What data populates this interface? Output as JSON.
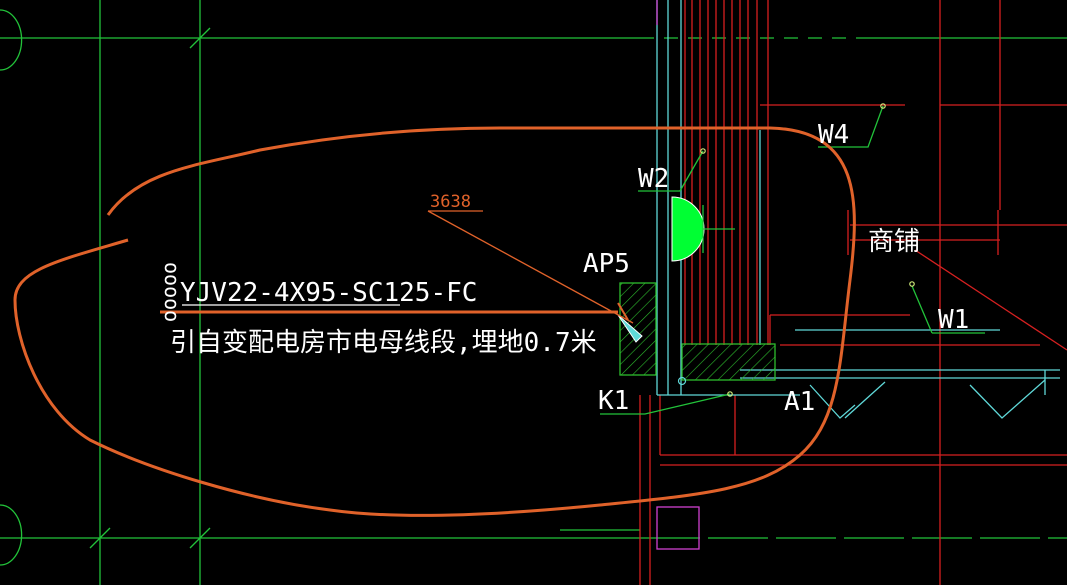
{
  "drawing": {
    "cable_spec": "YJV22-4X95-SC125-FC",
    "cable_note": "引自变配电房市电母线段,埋地0.7米",
    "dim_label": "3638",
    "panel_ap5": "AP5",
    "label_k1": "K1",
    "label_w2": "W2",
    "label_w4": "W4",
    "label_w1": "W1",
    "label_a1": "A1",
    "label_shop": "商铺",
    "coil_mark": "ooooo"
  },
  "colors": {
    "background": "#000000",
    "grid": "#22c33a",
    "wall": "#d62020",
    "cyan": "#5fd8d8",
    "orange_markup": "#e0622a",
    "hatch_green": "#2dbb2d",
    "bright_green": "#00ff33",
    "magenta": "#d040d0",
    "white": "#ffffff"
  },
  "icons": {
    "half_circle_lamp": "half-disc-icon",
    "panel_hatch": "hatched-panel-icon"
  }
}
